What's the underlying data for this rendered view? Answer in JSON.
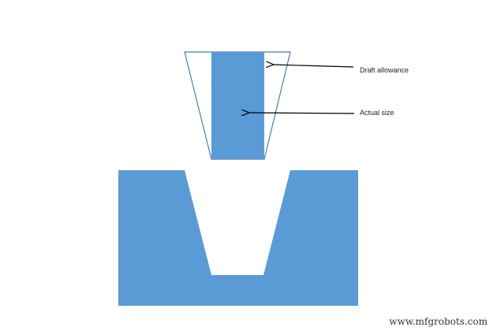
{
  "labels": {
    "draft_allowance": "Draft allowance",
    "actual_size": "Actual size"
  },
  "watermark": "www.mfgrobots.com",
  "colors": {
    "fill": "#5b9bd5",
    "outline": "#4a7ab5",
    "arrow": "#000000"
  }
}
